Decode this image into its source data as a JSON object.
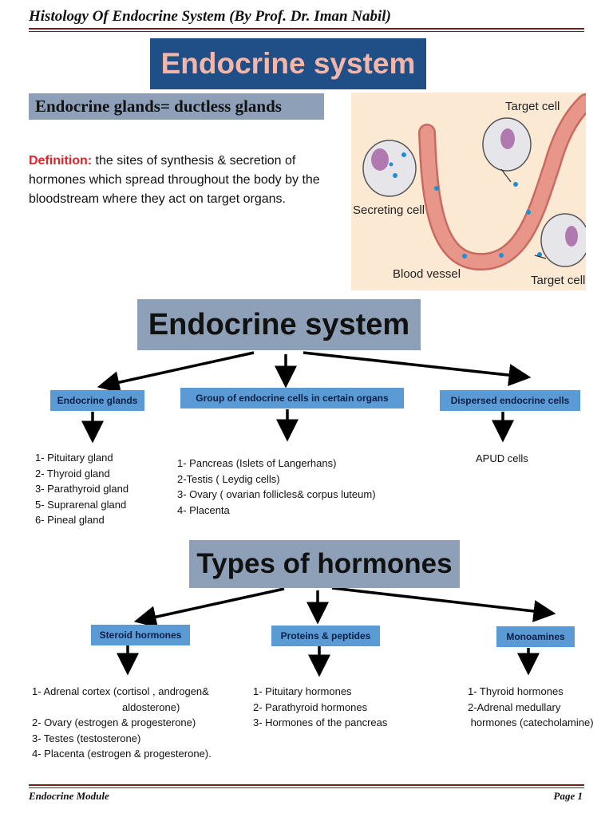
{
  "header": {
    "title": "Histology Of Endocrine System (By Prof. Dr. Iman Nabil)"
  },
  "banner": {
    "title": "Endocrine system"
  },
  "subheading": "Endocrine glands= ductless glands",
  "definition": {
    "label": "Definition:",
    "text": " the sites of synthesis & secretion of hormones which spread throughout the body by the bloodstream where they act on target organs."
  },
  "figure": {
    "labels": {
      "secreting_cell": "Secreting cell",
      "blood_vessel": "Blood vessel",
      "target_cell_top": "Target cell",
      "target_cell_bottom": "Target cell"
    },
    "colors": {
      "background": "#fbe9d3",
      "vessel": "#e8958a",
      "cell": "#e6e6ea",
      "nucleus": "#b07ab0",
      "dot": "#1a8fd6"
    }
  },
  "diagram1": {
    "title": "Endocrine system",
    "categories": [
      {
        "label": "Endocrine glands",
        "items": [
          "1- Pituitary gland",
          "2- Thyroid gland",
          "3- Parathyroid gland",
          "5- Suprarenal gland",
          "6- Pineal gland"
        ]
      },
      {
        "label": "Group of endocrine cells in certain organs",
        "items": [
          "1- Pancreas (Islets of Langerhans)",
          "2-Testis ( Leydig cells)",
          "3- Ovary ( ovarian follicles& corpus luteum)",
          "4- Placenta"
        ]
      },
      {
        "label": "Dispersed endocrine cells",
        "items": [
          "APUD cells"
        ]
      }
    ]
  },
  "diagram2": {
    "title": "Types of hormones",
    "categories": [
      {
        "label": "Steroid hormones",
        "items": [
          "1- Adrenal cortex (cortisol , androgen&",
          "aldosterone)",
          "2-  Ovary (estrogen & progesterone)",
          "3-  Testes (testosterone)",
          "4- Placenta (estrogen & progesterone)."
        ]
      },
      {
        "label": "Proteins & peptides",
        "items": [
          "1- Pituitary hormones",
          "2- Parathyroid hormones",
          "3- Hormones of the pancreas"
        ]
      },
      {
        "label": "Monoamines",
        "items": [
          "1- Thyroid hormones",
          "2-Adrenal medullary",
          " hormones (catecholamine)"
        ]
      }
    ]
  },
  "footer": {
    "left": "Endocrine Module",
    "right": "Page 1"
  },
  "colors": {
    "banner_bg": "#1f4f86",
    "banner_text": "#f4b6a8",
    "box_bg": "#8da0b8",
    "category_bg": "#5b9bd5",
    "rule": "#7a1a1a",
    "definition_label": "#e0252a"
  }
}
